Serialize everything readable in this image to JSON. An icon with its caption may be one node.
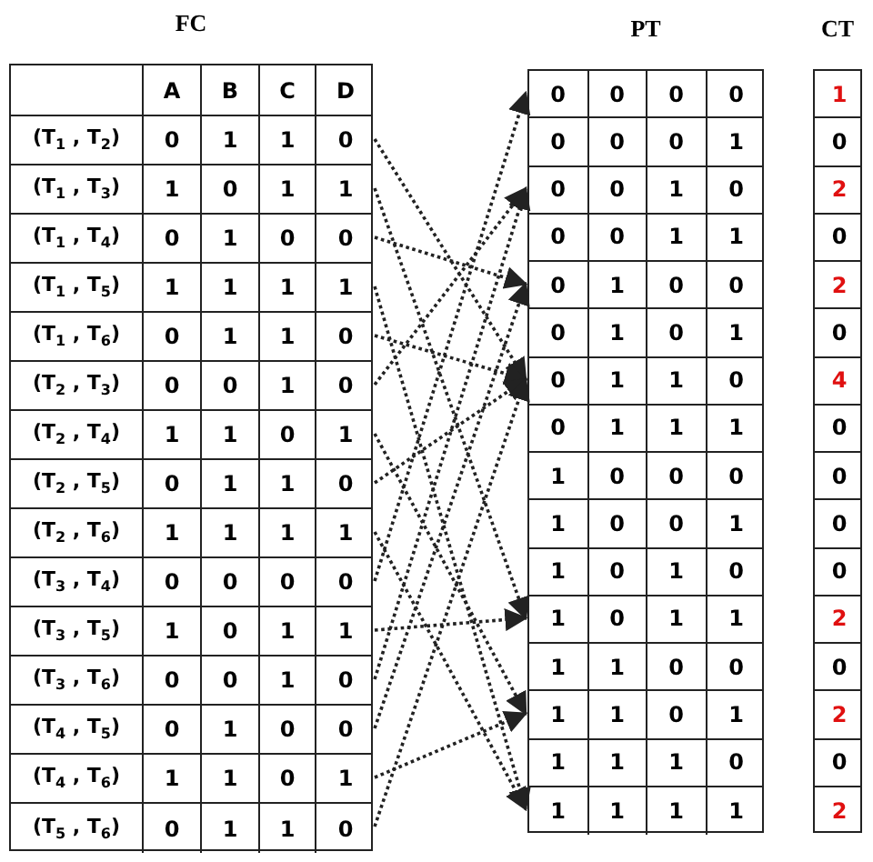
{
  "diagram": {
    "nodes": [
      {
        "text": [
          "FC"
        ]
      },
      {
        "text": [
          "A",
          "B",
          "C",
          "D"
        ],
        "in": 0
      },
      {
        "text": [
          "(T$_{1}$ , T$_{2}$)",
          "0",
          "1",
          "1",
          "0"
        ],
        "in": 0
      },
      {
        "text": [
          "(T$_{1}$ , T$_{3}$)",
          "1",
          "0",
          "1",
          "1"
        ],
        "in": 0
      },
      {
        "text": [
          "(T$_{1}$ , T$_{4}$)",
          "0",
          "1",
          "0",
          "0"
        ],
        "in": 0
      },
      {
        "text": [
          "(T$_{1}$ , T$_{5}$)",
          "1",
          "1",
          "1",
          "1"
        ],
        "in": 0
      },
      {
        "text": [
          "(T$_{1}$ , T$_{6}$)",
          "0",
          "1",
          "1",
          "0"
        ],
        "in": 0
      },
      {
        "text": [
          "(T$_{2}$ , T$_{3}$)",
          "0",
          "0",
          "1",
          "0"
        ],
        "in": 0
      },
      {
        "text": [
          "(T$_{2}$ , T$_{4}$)",
          "1",
          "1",
          "0",
          "1"
        ],
        "in": 0
      },
      {
        "text": [
          "(T$_{2}$ , T$_{5}$)",
          "0",
          "1",
          "1",
          "0"
        ],
        "in": 0
      },
      {
        "text": [
          "(T$_{2}$ , T$_{6}$)",
          "1",
          "1",
          "1",
          "1"
        ],
        "in": 0
      },
      {
        "text": [
          "(T$_{3}$ , T$_{4}$)",
          "0",
          "0",
          "0",
          "0"
        ],
        "in": 0
      },
      {
        "text": [
          "(T$_{3}$ , T$_{5}$)",
          "1",
          "0",
          "1",
          "1"
        ],
        "in": 0
      },
      {
        "text": [
          "(T$_{3}$ , T$_{6}$)",
          "0",
          "0",
          "1",
          "0"
        ],
        "in": 0
      },
      {
        "text": [
          "(T$_{4}$ , T$_{5}$)",
          "0",
          "1",
          "0",
          "0"
        ],
        "in": 0
      },
      {
        "text": [
          "(T$_{4}$ , T$_{6}$)",
          "1",
          "1",
          "0",
          "1"
        ],
        "in": 0
      },
      {
        "text": [
          "(T$_{5}$ , T$_{6}$)",
          "0",
          "1",
          "1",
          "0"
        ],
        "in": 0
      },
      {
        "text": [
          "PT"
        ]
      },
      {
        "text": [
          "0",
          "0",
          "0",
          "0"
        ],
        "in": 17
      },
      {
        "text": [
          "0",
          "0",
          "0",
          "1"
        ],
        "in": 17
      },
      {
        "text": [
          "0",
          "0",
          "1",
          "0"
        ],
        "in": 17
      },
      {
        "text": [
          "0",
          "0",
          "1",
          "1"
        ],
        "in": 17
      },
      {
        "text": [
          "0",
          "1",
          "0",
          "0"
        ],
        "in": 17
      },
      {
        "text": [
          "0",
          "1",
          "0",
          "1"
        ],
        "in": 17
      },
      {
        "text": [
          "0",
          "1",
          "1",
          "0"
        ],
        "in": 17
      },
      {
        "text": [
          "0",
          "1",
          "1",
          "1"
        ],
        "in": 17
      },
      {
        "text": [
          "1",
          "0",
          "0",
          "0"
        ],
        "in": 17
      },
      {
        "text": [
          "1",
          "0",
          "0",
          "1"
        ],
        "in": 17
      },
      {
        "text": [
          "1",
          "0",
          "1",
          "0"
        ],
        "in": 17
      },
      {
        "text": [
          "1",
          "0",
          "1",
          "1"
        ],
        "in": 17
      },
      {
        "text": [
          "1",
          "1",
          "0",
          "0"
        ],
        "in": 17
      },
      {
        "text": [
          "1",
          "1",
          "0",
          "1"
        ],
        "in": 17
      },
      {
        "text": [
          "1",
          "1",
          "1",
          "0"
        ],
        "in": 17
      },
      {
        "text": [
          "1",
          "1",
          "1",
          "1"
        ],
        "in": 17
      },
      {
        "text": [
          "CT"
        ]
      },
      {
        "text": [
          "1"
        ],
        "in": 34
      },
      {
        "text": [
          "0"
        ],
        "in": 34
      },
      {
        "text": [
          "2"
        ],
        "in": 34
      },
      {
        "text": [
          "0"
        ],
        "in": 34
      },
      {
        "text": [
          "2"
        ],
        "in": 34
      },
      {
        "text": [
          "0"
        ],
        "in": 34
      },
      {
        "text": [
          "4"
        ],
        "in": 34
      },
      {
        "text": [
          "0"
        ],
        "in": 34
      },
      {
        "text": [
          "0"
        ],
        "in": 34
      },
      {
        "text": [
          "0"
        ],
        "in": 34
      },
      {
        "text": [
          "0"
        ],
        "in": 34
      },
      {
        "text": [
          "2"
        ],
        "in": 34
      },
      {
        "text": [
          "0"
        ],
        "in": 34
      },
      {
        "text": [
          "2"
        ],
        "in": 34
      },
      {
        "text": [
          "0"
        ],
        "in": 34
      },
      {
        "text": [
          "2"
        ],
        "in": 34
      }
    ],
    "edges": [
      {
        "from": 2,
        "to": 24,
        "arrow": "to"
      },
      {
        "from": 3,
        "to": 29,
        "arrow": "to"
      },
      {
        "from": 4,
        "to": 22,
        "arrow": "to"
      },
      {
        "from": 5,
        "to": 33,
        "arrow": "to"
      },
      {
        "from": 6,
        "to": 24,
        "arrow": "to"
      },
      {
        "from": 7,
        "to": 20,
        "arrow": "to"
      },
      {
        "from": 8,
        "to": 31,
        "arrow": "to"
      },
      {
        "from": 9,
        "to": 24,
        "arrow": "to"
      },
      {
        "from": 10,
        "to": 33,
        "arrow": "to"
      },
      {
        "from": 11,
        "to": 18,
        "arrow": "to"
      },
      {
        "from": 12,
        "to": 29,
        "arrow": "to"
      },
      {
        "from": 13,
        "to": 20,
        "arrow": "to"
      },
      {
        "from": 14,
        "to": 22,
        "arrow": "to"
      },
      {
        "from": 15,
        "to": 31,
        "arrow": "to"
      },
      {
        "from": 16,
        "to": 24,
        "arrow": "to"
      }
    ]
  }
}
